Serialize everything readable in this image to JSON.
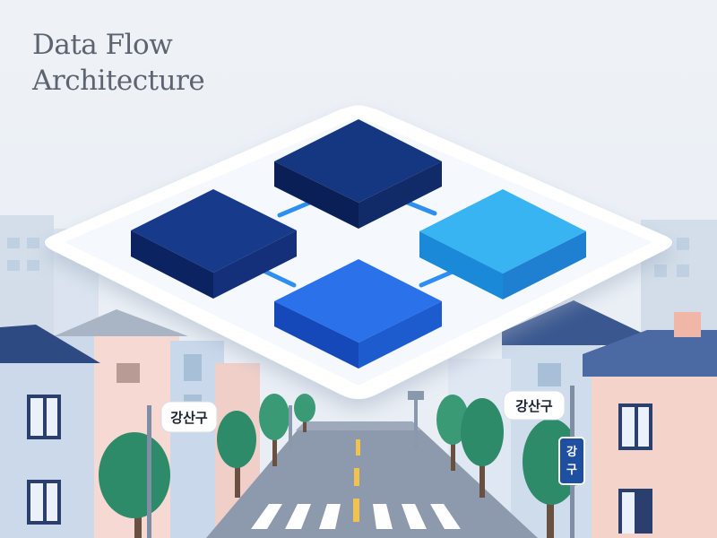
{
  "title": {
    "line1": "Data Flow",
    "line2": "Architecture"
  },
  "signs": {
    "left_district": "강산구",
    "right_district": "강산구",
    "vertical_line1": "강",
    "vertical_line2": "구"
  },
  "colors": {
    "background": "#eef2f7",
    "title_text": "#5d6470",
    "platform": "#ffffff",
    "node_navy": "#0f2b6e",
    "node_dark_blue": "#173a8a",
    "node_light_blue": "#2eaaf0",
    "node_blue": "#1f66e0",
    "connector": "#2f8ff0",
    "tree": "#2e8b6a",
    "street_sign": "#1f4fa0"
  },
  "diagram": {
    "nodes": [
      {
        "id": "top",
        "color": "navy"
      },
      {
        "id": "left",
        "color": "dark-blue"
      },
      {
        "id": "right",
        "color": "light-blue"
      },
      {
        "id": "bottom",
        "color": "blue"
      }
    ],
    "connections": [
      [
        "left",
        "top"
      ],
      [
        "top",
        "right"
      ],
      [
        "left",
        "bottom"
      ],
      [
        "bottom",
        "right"
      ]
    ]
  }
}
